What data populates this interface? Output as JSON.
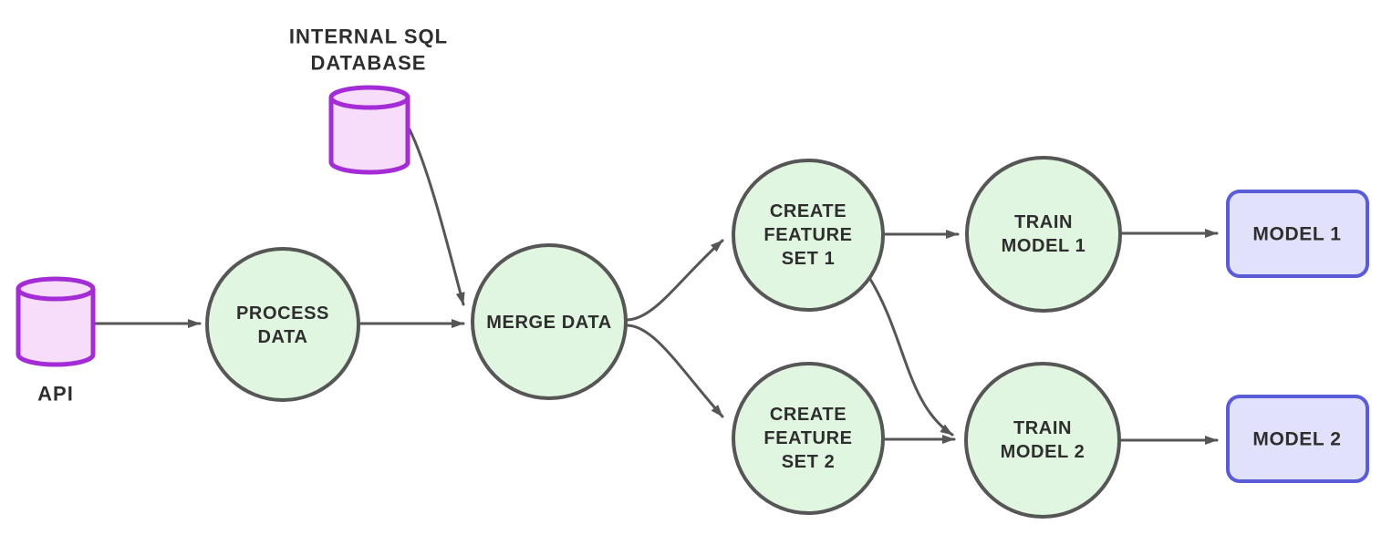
{
  "diagram": {
    "title": "ML data pipeline flowchart",
    "colors": {
      "node_fill": "#e1f6e0",
      "node_stroke": "#565656",
      "database_fill": "#f7ddfa",
      "database_stroke": "#a42cd6",
      "model_fill": "#e1e1fb",
      "model_stroke": "#5a5bd7",
      "arrow": "#565656",
      "text": "#2e2e2e",
      "background": "#ffffff"
    },
    "nodes": {
      "api": {
        "label": "API",
        "type": "database-cylinder"
      },
      "internal_sql_database": {
        "label": "INTERNAL SQL\nDATABASE",
        "type": "database-cylinder"
      },
      "process_data": {
        "label": "PROCESS\nDATA",
        "type": "process-circle"
      },
      "merge_data": {
        "label": "MERGE DATA",
        "type": "process-circle"
      },
      "create_feature_set_1": {
        "label": "CREATE\nFEATURE\nSET 1",
        "type": "process-circle"
      },
      "create_feature_set_2": {
        "label": "CREATE\nFEATURE\nSET 2",
        "type": "process-circle"
      },
      "train_model_1": {
        "label": "TRAIN\nMODEL 1",
        "type": "process-circle"
      },
      "train_model_2": {
        "label": "TRAIN\nMODEL 2",
        "type": "process-circle"
      },
      "model_1": {
        "label": "MODEL 1",
        "type": "output-box"
      },
      "model_2": {
        "label": "MODEL 2",
        "type": "output-box"
      }
    },
    "edges": [
      {
        "from": "api",
        "to": "process_data"
      },
      {
        "from": "process_data",
        "to": "merge_data"
      },
      {
        "from": "internal_sql_database",
        "to": "merge_data"
      },
      {
        "from": "merge_data",
        "to": "create_feature_set_1"
      },
      {
        "from": "merge_data",
        "to": "create_feature_set_2"
      },
      {
        "from": "create_feature_set_1",
        "to": "train_model_1"
      },
      {
        "from": "create_feature_set_1",
        "to": "train_model_2"
      },
      {
        "from": "create_feature_set_2",
        "to": "train_model_2"
      },
      {
        "from": "train_model_1",
        "to": "model_1"
      },
      {
        "from": "train_model_2",
        "to": "model_2"
      }
    ]
  }
}
